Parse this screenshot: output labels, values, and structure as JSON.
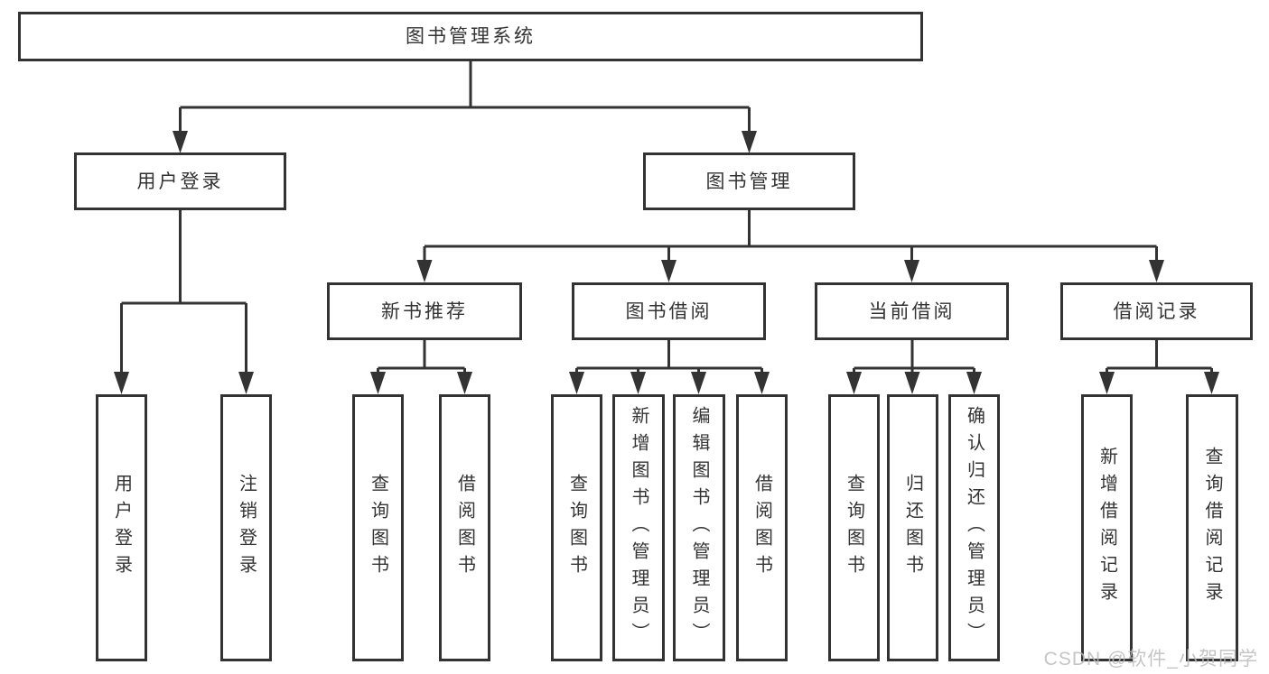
{
  "diagram": {
    "colors": {
      "line": "#333333",
      "text": "#333333",
      "box_background": "#ffffff",
      "page_background": "#ffffff",
      "watermark": "#bbbbbb"
    },
    "nodes": {
      "root": {
        "label": "图书管理系统"
      },
      "level2": {
        "user_login": {
          "label": "用户登录"
        },
        "book_management": {
          "label": "图书管理"
        }
      },
      "level3": {
        "new_book_recommend": {
          "label": "新书推荐"
        },
        "book_borrow": {
          "label": "图书借阅"
        },
        "current_borrow": {
          "label": "当前借阅"
        },
        "borrow_records": {
          "label": "借阅记录"
        }
      },
      "level4": {
        "user_login_children": [
          "用户登录",
          "注销登录"
        ],
        "new_book_recommend_children": [
          "查询图书",
          "借阅图书"
        ],
        "book_borrow_children": [
          "查询图书",
          "新增图书（管理员）",
          "编辑图书（管理员）",
          "借阅图书"
        ],
        "current_borrow_children": [
          "查询图书",
          "归还图书",
          "确认归还（管理员）"
        ],
        "borrow_records_children": [
          "新增借阅记录",
          "查询借阅记录"
        ]
      }
    },
    "watermark": "CSDN @软件_小贺同学"
  }
}
